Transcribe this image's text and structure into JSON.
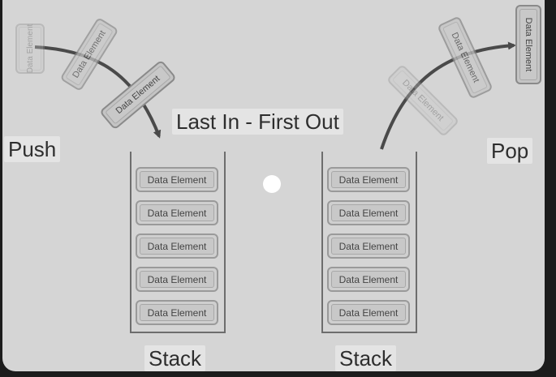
{
  "title": "Last In - First Out",
  "push_label": "Push",
  "pop_label": "Pop",
  "element_label": "Data Element",
  "left_stack": {
    "label": "Stack",
    "elements": [
      "Data Element",
      "Data Element",
      "Data Element",
      "Data Element",
      "Data Element"
    ]
  },
  "right_stack": {
    "label": "Stack",
    "elements": [
      "Data Element",
      "Data Element",
      "Data Element",
      "Data Element",
      "Data Element"
    ]
  },
  "colors": {
    "background": "#d5d5d5",
    "arrow": "#4a4a4a",
    "frame": "#1c1c1c"
  }
}
